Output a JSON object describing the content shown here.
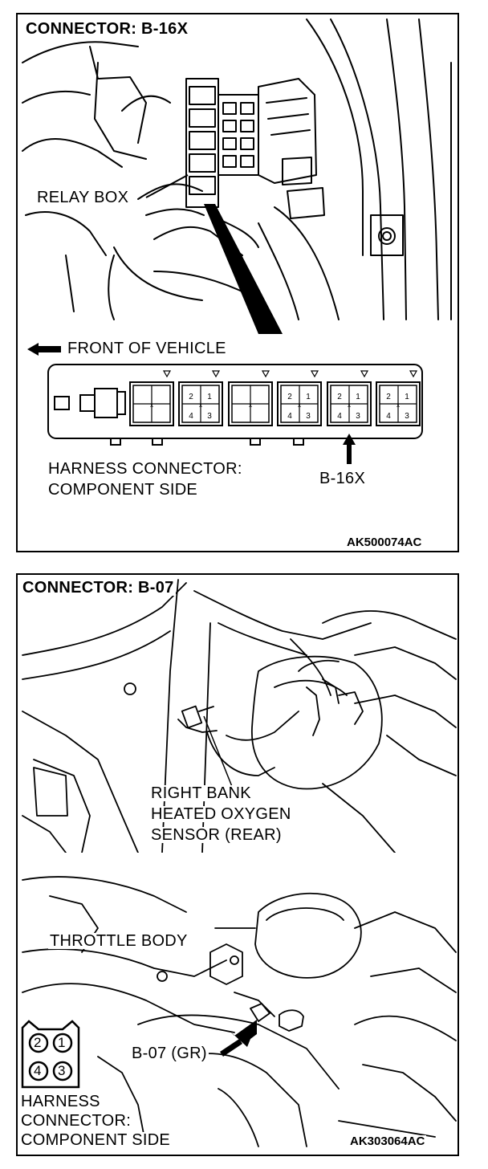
{
  "top_panel": {
    "title": "CONNECTOR: B-16X",
    "relay_box_label": "RELAY BOX",
    "front_label": "FRONT OF VEHICLE",
    "harness_line1": "HARNESS CONNECTOR:",
    "harness_line2": "COMPONENT SIDE",
    "pointer_label": "B-16X",
    "figure_code": "AK500074AC",
    "pins": [
      "2",
      "1",
      "4",
      "3"
    ]
  },
  "bottom_panel": {
    "title": "CONNECTOR: B-07",
    "sensor_line1": "RIGHT BANK",
    "sensor_line2": "HEATED OXYGEN",
    "sensor_line3": "SENSOR (REAR)",
    "throttle_label": "THROTTLE BODY",
    "connector_label": "B-07 (GR)",
    "harness_line1": "HARNESS",
    "harness_line2": "CONNECTOR:",
    "harness_line3": "COMPONENT SIDE",
    "figure_code": "AK303064AC",
    "pins": [
      "2",
      "1",
      "4",
      "3"
    ]
  }
}
